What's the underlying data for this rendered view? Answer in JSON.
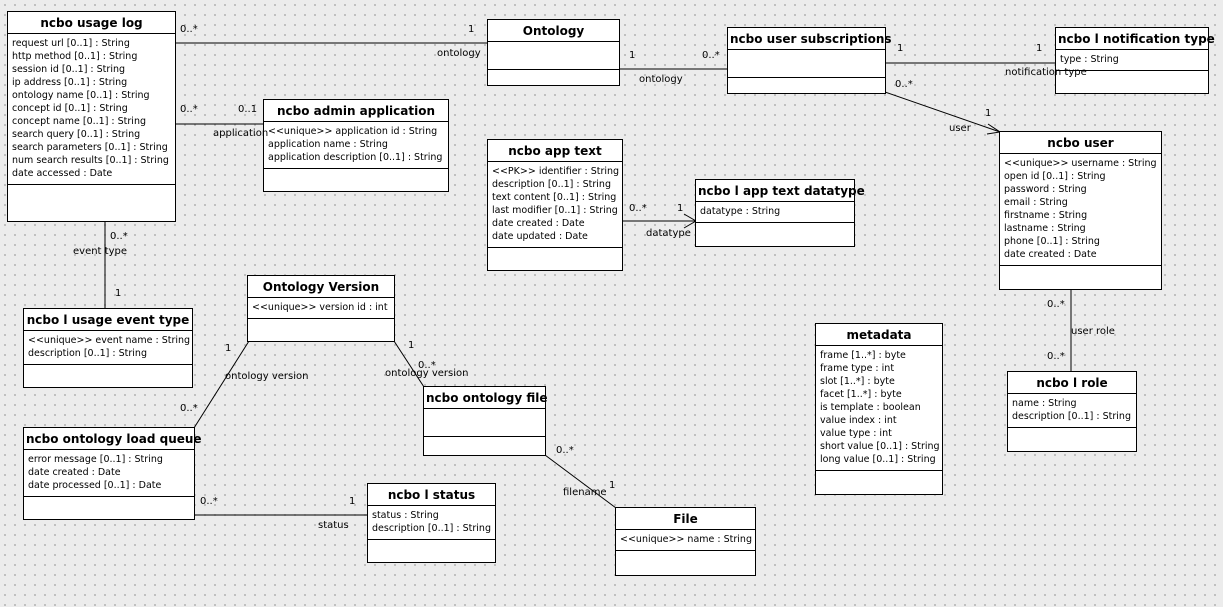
{
  "classes": {
    "usage_log": {
      "name": "ncbo usage log",
      "attrs": [
        "request url [0..1] : String",
        "http method [0..1] : String",
        "session id [0..1] : String",
        "ip address [0..1] : String",
        "ontology name [0..1] : String",
        "concept id [0..1] : String",
        "concept name [0..1] : String",
        "search query [0..1] : String",
        "search parameters [0..1] : String",
        "num search results [0..1] : String",
        "date accessed : Date"
      ]
    },
    "ontology": {
      "name": "Ontology",
      "attrs": []
    },
    "user_subscriptions": {
      "name": "ncbo user subscriptions",
      "attrs": []
    },
    "notification_type": {
      "name": "ncbo l notification type",
      "attrs": [
        "type : String"
      ]
    },
    "admin_application": {
      "name": "ncbo admin application",
      "attrs": [
        "<<unique>> application id : String",
        "application name : String",
        "application description [0..1] : String"
      ]
    },
    "app_text": {
      "name": "ncbo app text",
      "attrs": [
        "<<PK>> identifier : String",
        "description [0..1] : String",
        "text content [0..1] : String",
        "last modifier [0..1] : String",
        "date created : Date",
        "date updated : Date"
      ]
    },
    "app_text_datatype": {
      "name": "ncbo l app text datatype",
      "attrs": [
        "datatype : String"
      ]
    },
    "user": {
      "name": "ncbo user",
      "attrs": [
        "<<unique>> username : String",
        "open id [0..1] : String",
        "password : String",
        "email : String",
        "firstname : String",
        "lastname : String",
        "phone [0..1] : String",
        "date created : Date"
      ]
    },
    "usage_event_type": {
      "name": "ncbo l usage event type",
      "attrs": [
        "<<unique>> event name : String",
        "description [0..1] : String"
      ]
    },
    "ontology_version": {
      "name": "Ontology Version",
      "attrs": [
        "<<unique>> version id : int"
      ]
    },
    "metadata": {
      "name": "metadata",
      "attrs": [
        "frame [1..*] : byte",
        "frame type : int",
        "slot [1..*] : byte",
        "facet [1..*] : byte",
        "is template : boolean",
        "value index : int",
        "value type : int",
        "short value [0..1] : String",
        "long value [0..1] : String"
      ]
    },
    "role": {
      "name": "ncbo l role",
      "attrs": [
        "name : String",
        "description [0..1] : String"
      ]
    },
    "ontology_file": {
      "name": "ncbo ontology file",
      "attrs": []
    },
    "load_queue": {
      "name": "ncbo ontology load queue",
      "attrs": [
        "error message [0..1] : String",
        "date created : Date",
        "date processed [0..1] : Date"
      ]
    },
    "status": {
      "name": "ncbo l status",
      "attrs": [
        "status : String",
        "description [0..1] : String"
      ]
    },
    "file": {
      "name": "File",
      "attrs": [
        "<<unique>> name : String"
      ]
    }
  },
  "labels": {
    "a1_m1": "0..*",
    "a1_m2": "1",
    "a1_role": "ontology",
    "a2_m1": "1",
    "a2_m2": "0..*",
    "a2_role": "ontology",
    "a3_m1": "1",
    "a3_m2": "1",
    "a3_role": "notification type",
    "a4_m1": "0..*",
    "a4_m2": "1",
    "a4_role": "user",
    "a5_m1": "0..*",
    "a5_m2": "0..1",
    "a5_role": "application",
    "a6_m1": "0..*",
    "a6_m2": "1",
    "a6_role": "datatype",
    "a7_m1": "0..*",
    "a7_role": "event type",
    "a7_m2": "1",
    "a8_m1": "0..*",
    "a8_role": "user role",
    "a8_m2": "0..*",
    "a9_m1": "1",
    "a9_role": "ontology version",
    "a9_m2": "0..*",
    "a10_m1": "1",
    "a10_role": "ontology version",
    "a10_m2": "0..*",
    "a11_m1": "0..*",
    "a11_role": "filename",
    "a11_m2": "1",
    "a12_m1": "0..*",
    "a12_m2": "1",
    "a12_role": "status"
  }
}
